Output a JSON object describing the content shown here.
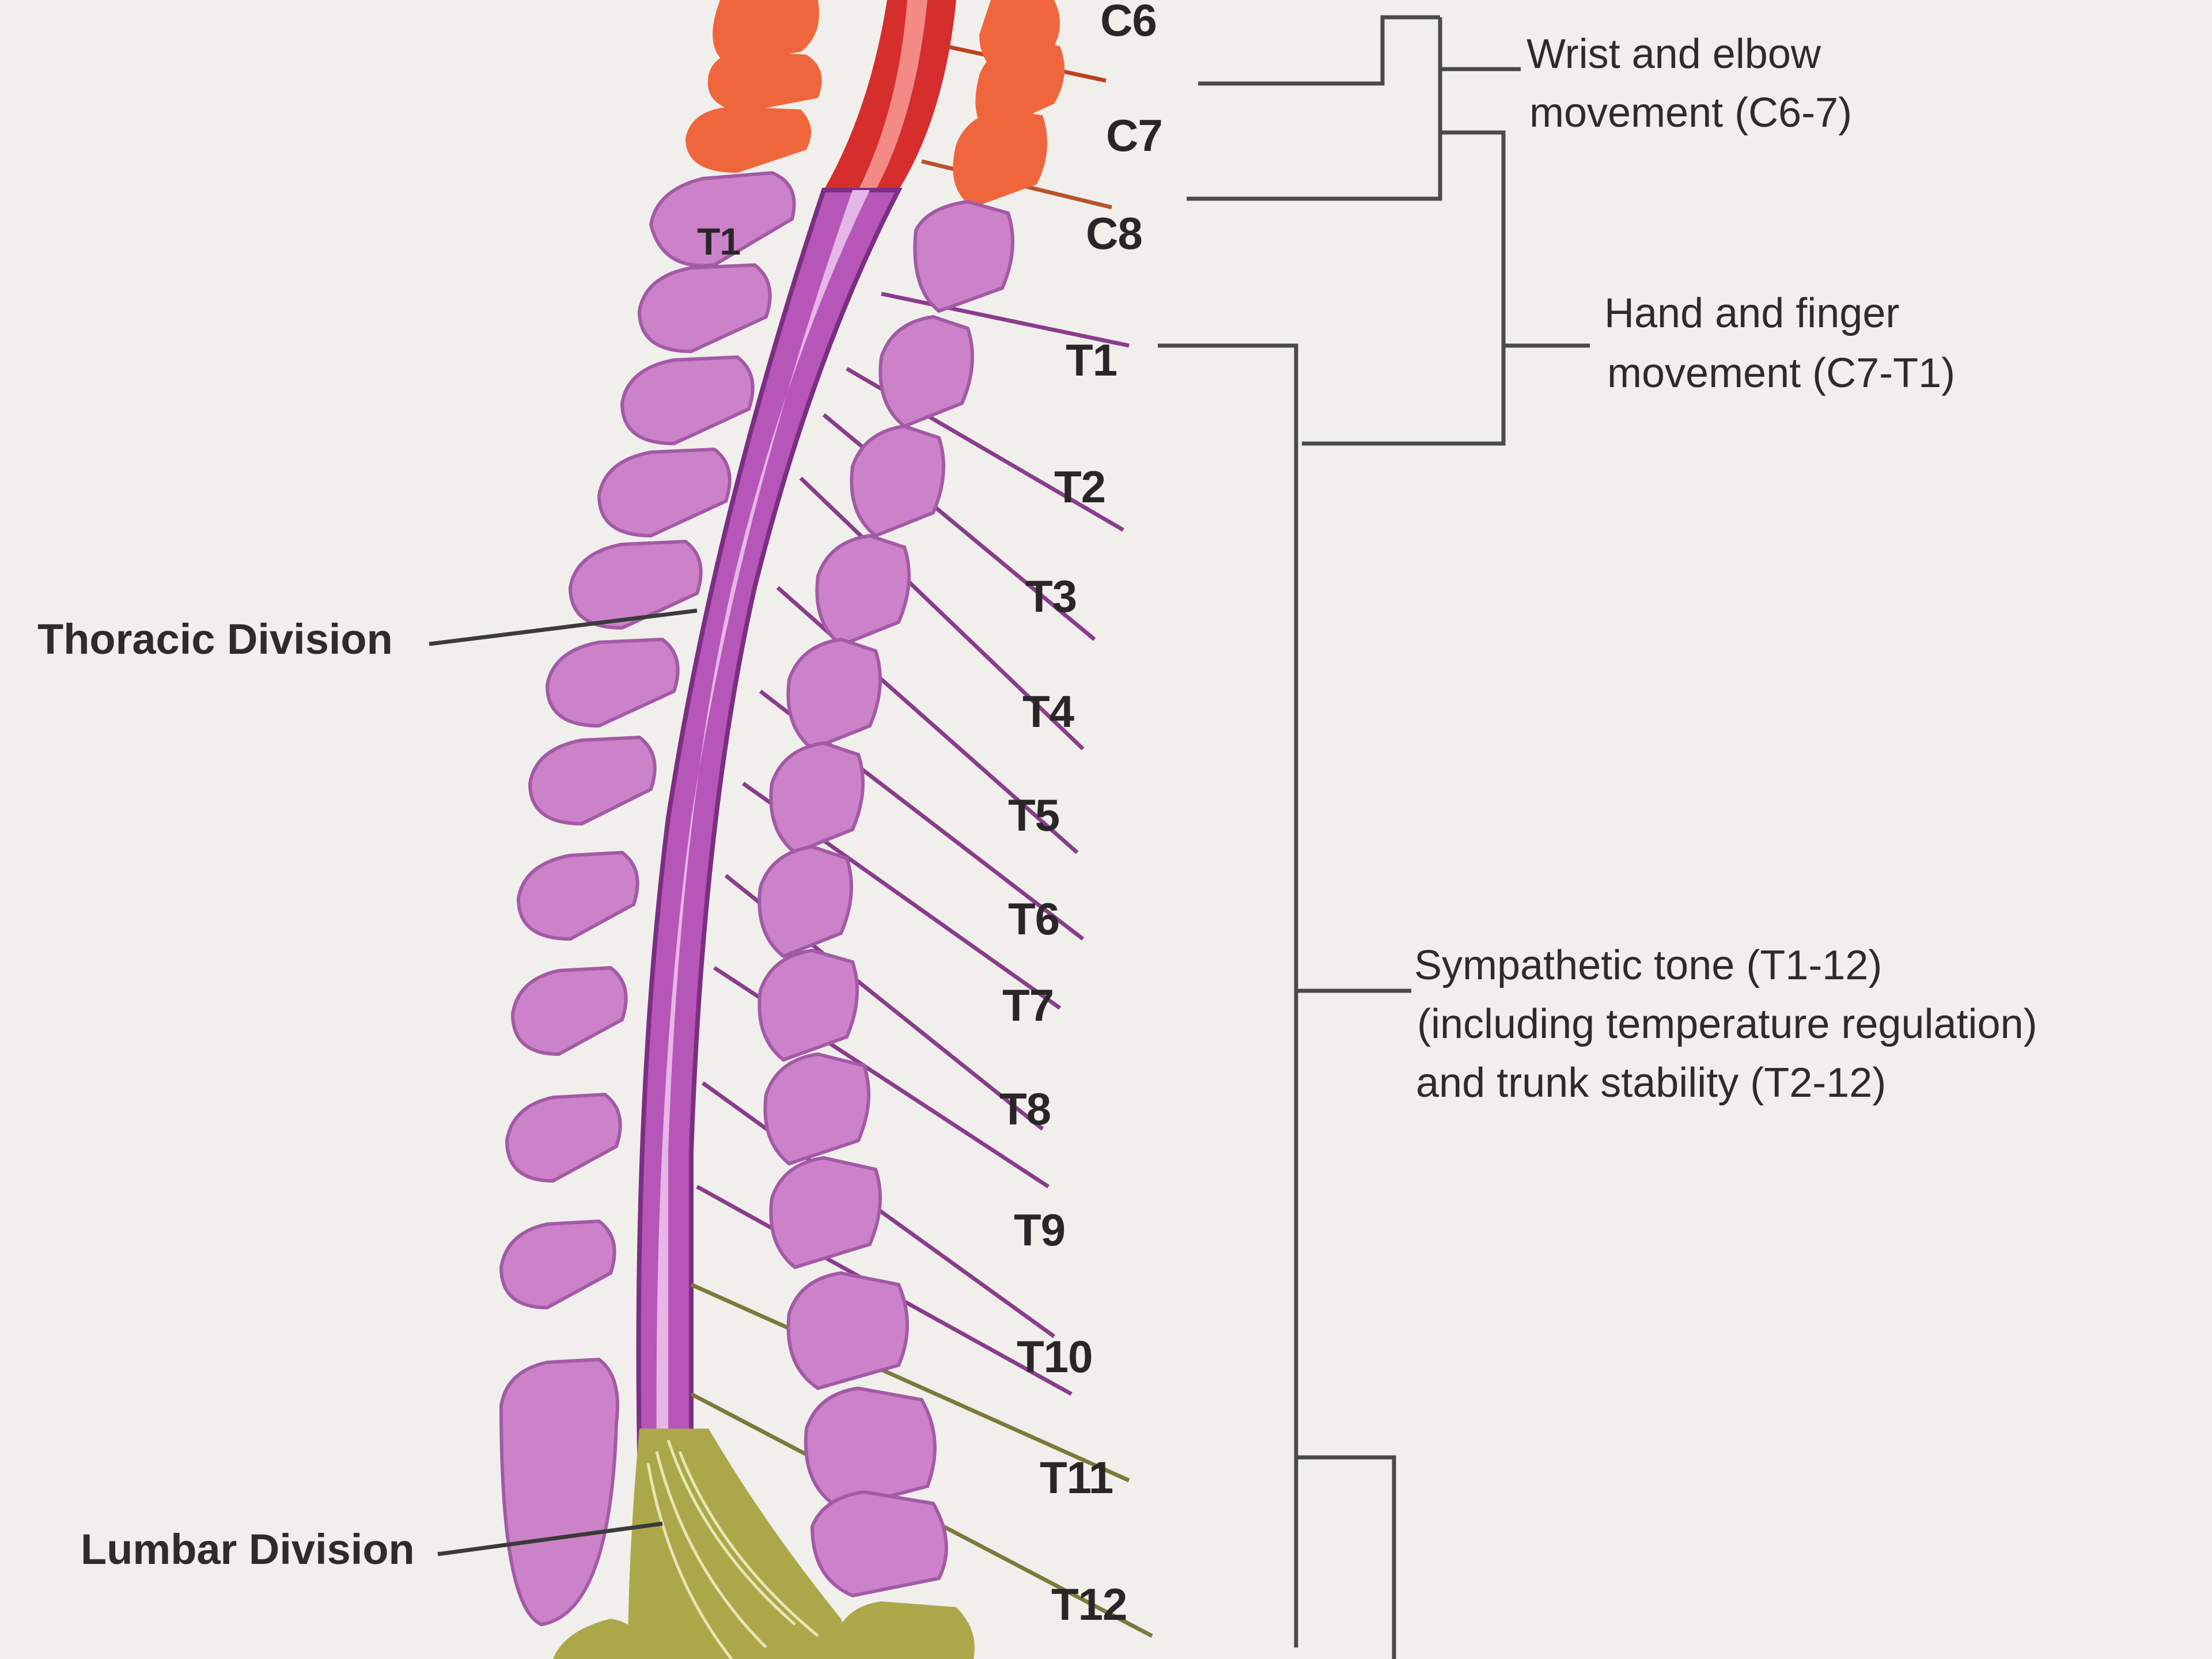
{
  "colors": {
    "background": "#f1efec",
    "cervical": "#f0663c",
    "thoracic": "#cc82c8",
    "thoracic_outline": "#8c3c8e",
    "lumbar": "#aca84a",
    "cord_upper": "#d62d2d",
    "cord_lower": "#b656b8"
  },
  "nerve_labels": [
    "C6",
    "C7",
    "C8",
    "T1",
    "T2",
    "T3",
    "T4",
    "T5",
    "T6",
    "T7",
    "T8",
    "T9",
    "T10",
    "T11",
    "T12"
  ],
  "vertebra_label": "T1",
  "division_labels": {
    "thoracic": "Thoracic Division",
    "lumbar": "Lumbar Division"
  },
  "functions": {
    "wrist": [
      "Wrist and elbow",
      "movement (C6-7)"
    ],
    "hand": [
      "Hand and finger",
      "movement (C7-T1)"
    ],
    "sympathetic": [
      "Sympathetic tone (T1-12)",
      "(including temperature regulation)",
      "and trunk stability (T2-12)"
    ]
  }
}
